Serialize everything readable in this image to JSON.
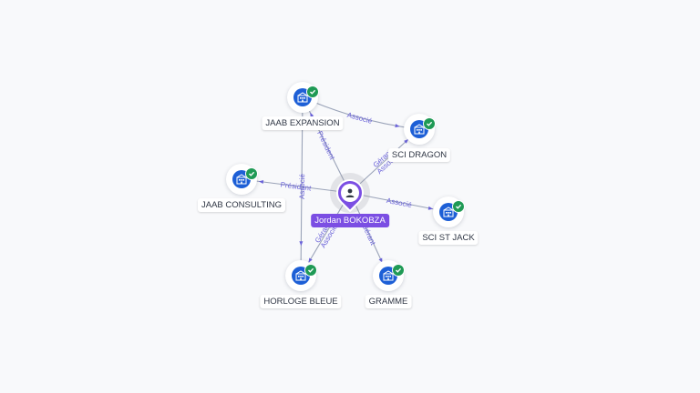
{
  "center": {
    "name": "Jordan BOKOBZA",
    "icon": "person-icon",
    "color": "#7b4ee3"
  },
  "companies": [
    {
      "key": "jaab-expansion",
      "name": "JAAB EXPANSION",
      "icon": "building-icon",
      "verified": true
    },
    {
      "key": "sci-dragon",
      "name": "SCI DRAGON",
      "icon": "building-icon",
      "verified": true
    },
    {
      "key": "jaab-consulting",
      "name": "JAAB CONSULTING",
      "icon": "building-icon",
      "verified": true
    },
    {
      "key": "sci-st-jack",
      "name": "SCI ST JACK",
      "icon": "building-icon",
      "verified": true
    },
    {
      "key": "horloge-bleue",
      "name": "HORLOGE BLEUE",
      "icon": "building-icon",
      "verified": true
    },
    {
      "key": "gramme",
      "name": "GRAMME",
      "icon": "building-icon",
      "verified": true
    }
  ],
  "relations": [
    {
      "from": "jordan-bokobza",
      "to": "jaab-expansion",
      "label": "Président"
    },
    {
      "from": "jordan-bokobza",
      "to": "sci-dragon",
      "label": "Gérant Associé"
    },
    {
      "from": "jordan-bokobza",
      "to": "jaab-consulting",
      "label": "Président"
    },
    {
      "from": "jordan-bokobza",
      "to": "sci-st-jack",
      "label": "Associé"
    },
    {
      "from": "jordan-bokobza",
      "to": "horloge-bleue",
      "label": "Gérant Associé"
    },
    {
      "from": "jordan-bokobza",
      "to": "gramme",
      "label": "Gérant"
    },
    {
      "from": "jaab-expansion",
      "to": "sci-dragon",
      "label": "Associé"
    },
    {
      "from": "jaab-expansion",
      "to": "horloge-bleue",
      "label": "Associé"
    }
  ],
  "colors": {
    "edge": "#9aa3b8",
    "edge_label": "#6a62d9",
    "company": "#1d5fd6",
    "verified": "#1f9a55",
    "person": "#7b4ee3"
  }
}
